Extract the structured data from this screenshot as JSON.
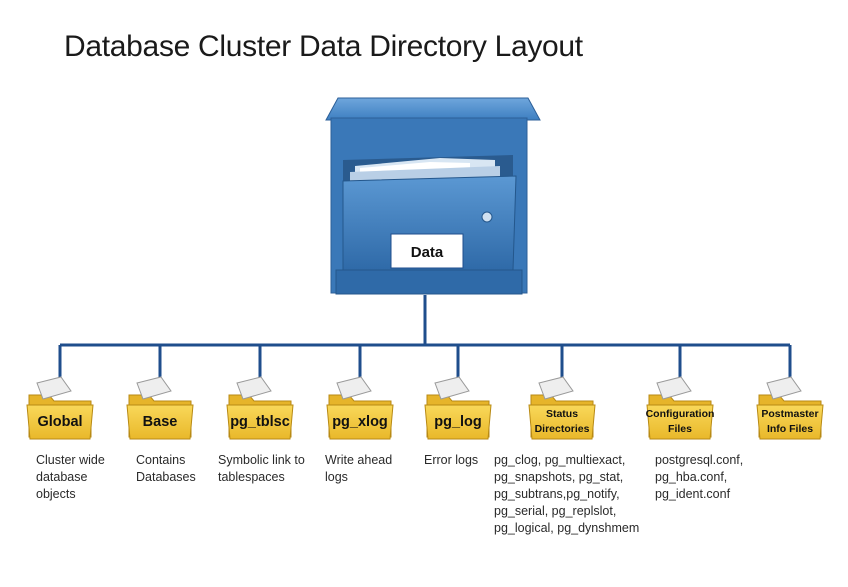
{
  "title": "Database Cluster Data Directory Layout",
  "root": {
    "label": "Data",
    "icon": "file-cabinet-icon"
  },
  "colors": {
    "connector": "#1f4e8c",
    "folder_tab": "#f2c840",
    "folder_body": "#f7cf3a",
    "cabinet": "#3d7fc1"
  },
  "folders": [
    {
      "label": "Global",
      "desc": [
        "Cluster wide",
        "database",
        "objects"
      ]
    },
    {
      "label": "Base",
      "desc": [
        "Contains",
        "Databases"
      ]
    },
    {
      "label": "pg_tblsc",
      "desc": [
        "Symbolic link to",
        "tablespaces"
      ]
    },
    {
      "label": "pg_xlog",
      "desc": [
        "Write ahead",
        "logs"
      ]
    },
    {
      "label": "pg_log",
      "desc": [
        "Error logs"
      ]
    },
    {
      "label": [
        "Status",
        "Directories"
      ],
      "desc": [
        "pg_clog, pg_multiexact,",
        "pg_snapshots, pg_stat,",
        "pg_subtrans,pg_notify,",
        "pg_serial, pg_replslot,",
        "pg_logical, pg_dynshmem"
      ]
    },
    {
      "label": [
        "Configuration",
        "Files"
      ],
      "desc": [
        "postgresql.conf,",
        "pg_hba.conf,",
        "pg_ident.conf"
      ]
    },
    {
      "label": [
        "Postmaster",
        "Info Files"
      ],
      "desc": []
    }
  ]
}
